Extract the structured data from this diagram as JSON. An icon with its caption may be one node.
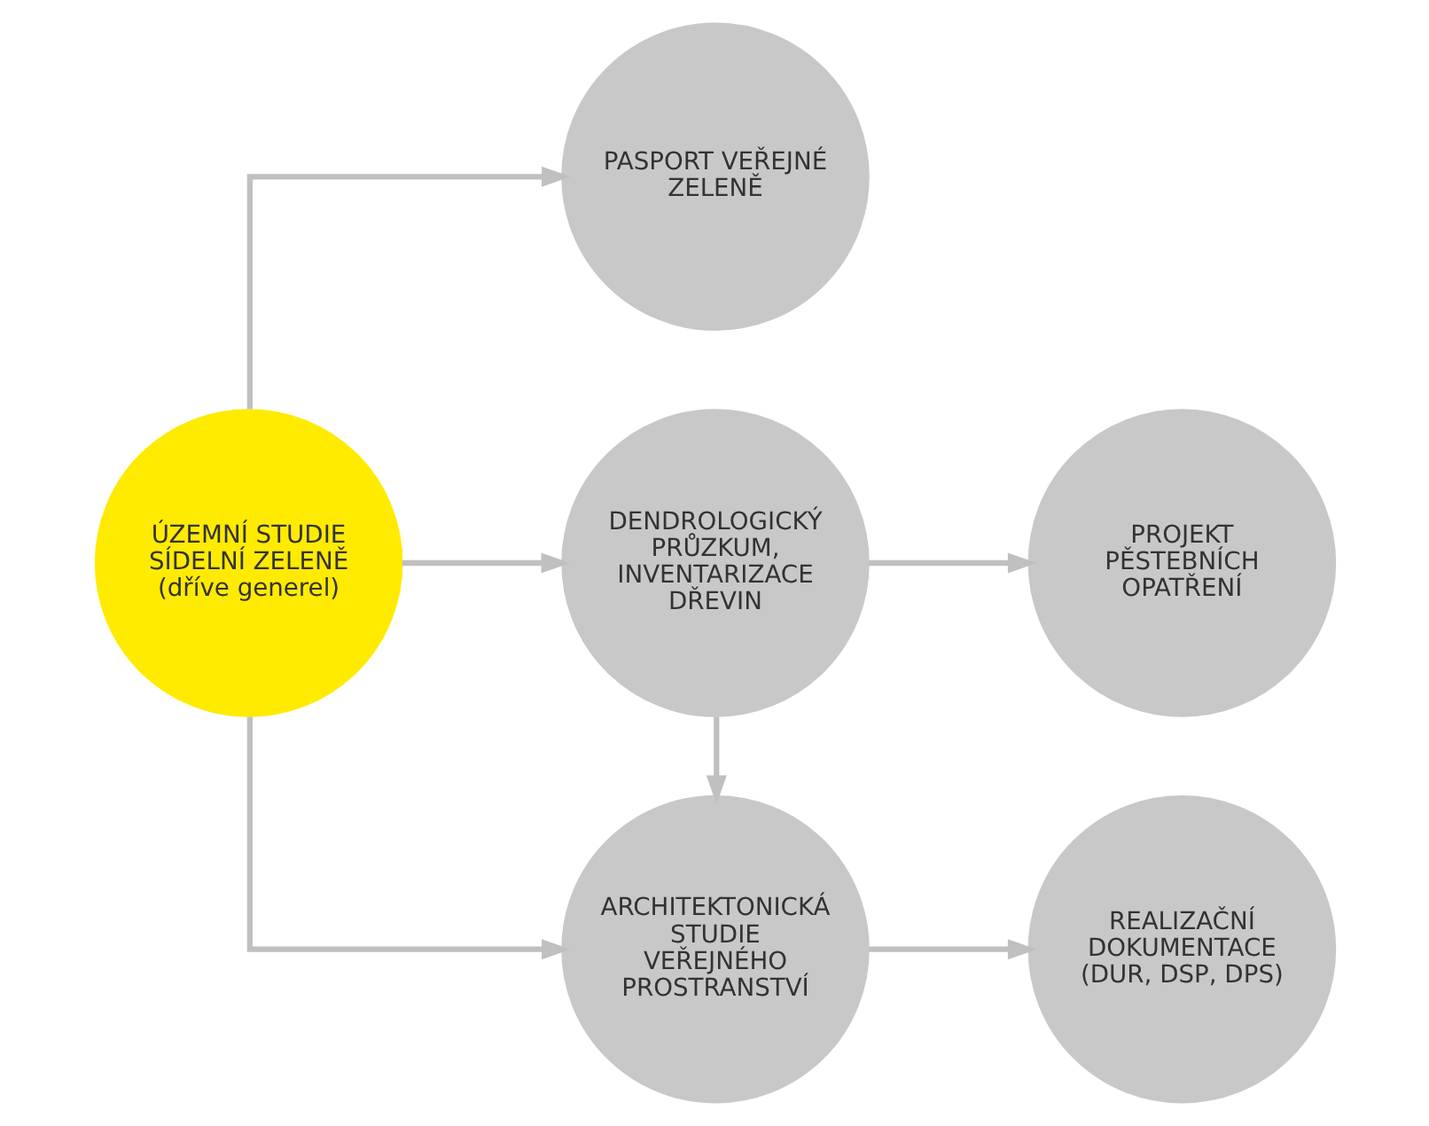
{
  "diagram": {
    "nodes": [
      {
        "text": [
          "ÚZEMNÍ STUDIE SÍDELNÍ ZELENĚ (dříve generel)"
        ]
      },
      {
        "text": [
          "PASPORT VEŘEJNÉ ZELENĚ"
        ]
      },
      {
        "text": [
          "DENDROLOGICKÝ PRŮZKUM, INVENTARIZACE DŘEVIN"
        ]
      },
      {
        "text": [
          "PROJEKT PĚSTEBNÍCH OPATŘENÍ"
        ]
      },
      {
        "text": [
          "ARCHITEKTONICKÁ STUDIE VEŘEJNÉHO PROSTRANSTVÍ"
        ]
      },
      {
        "text": [
          "REALIZAČNÍ DOKUMENTACE (DUR, DSP, DPS)"
        ]
      }
    ],
    "edges": [
      {
        "from": 0,
        "to": 1,
        "arrow": "to"
      },
      {
        "from": 0,
        "to": 2,
        "arrow": "to"
      },
      {
        "from": 0,
        "to": 4,
        "arrow": "to"
      },
      {
        "from": 2,
        "to": 3,
        "arrow": "to"
      },
      {
        "from": 2,
        "to": 4,
        "arrow": "to"
      },
      {
        "from": 4,
        "to": 5,
        "arrow": "to"
      }
    ]
  }
}
